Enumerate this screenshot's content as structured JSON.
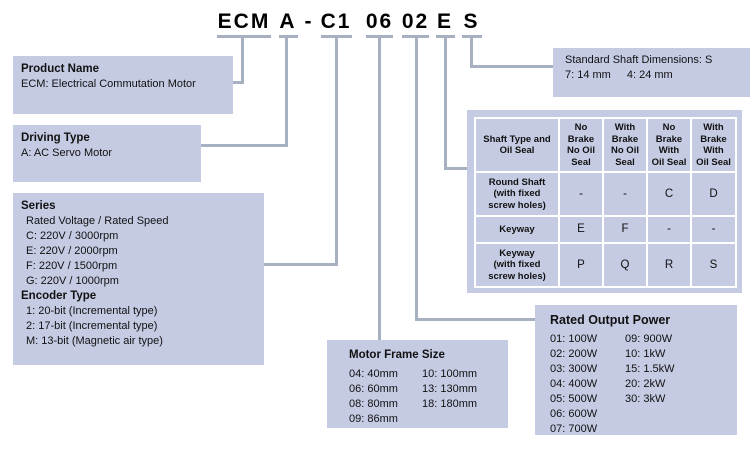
{
  "model_code": {
    "segments": [
      {
        "id": "ecm",
        "text": "ECM"
      },
      {
        "id": "a",
        "text": "A"
      },
      {
        "id": "dash",
        "text": "-"
      },
      {
        "id": "c1",
        "text": "C1"
      },
      {
        "id": "s06",
        "text": "06"
      },
      {
        "id": "s02",
        "text": "02"
      },
      {
        "id": "e",
        "text": "E"
      },
      {
        "id": "s",
        "text": "S"
      }
    ]
  },
  "product_name": {
    "title": "Product Name",
    "desc": "ECM: Electrical Commutation Motor"
  },
  "driving_type": {
    "title": "Driving Type",
    "desc": "A: AC Servo Motor"
  },
  "series": {
    "title": "Series",
    "subtitle": "Rated Voltage / Rated Speed",
    "items": [
      "C: 220V / 3000rpm",
      "E: 220V / 2000rpm",
      "F: 220V / 1500rpm",
      "G: 220V / 1000rpm"
    ],
    "encoder_title": "Encoder Type",
    "encoder_items": [
      "1: 20-bit (Incremental type)",
      "2: 17-bit (Incremental type)",
      "M: 13-bit (Magnetic air type)"
    ]
  },
  "motor_frame_size": {
    "title": "Motor Frame Size",
    "col1": [
      "04: 40mm",
      "06: 60mm",
      "08: 80mm",
      "09: 86mm"
    ],
    "col2": [
      "10: 100mm",
      "13: 130mm",
      "18: 180mm"
    ]
  },
  "rated_output_power": {
    "title": "Rated Output Power",
    "col1": [
      "01: 100W",
      "02: 200W",
      "03: 300W",
      "04: 400W",
      "05: 500W",
      "06: 600W",
      "07: 700W"
    ],
    "col2": [
      "09: 900W",
      "10: 1kW",
      "15: 1.5kW",
      "20: 2kW",
      "30: 3kW"
    ]
  },
  "standard_shaft": {
    "line1": "Standard Shaft Dimensions: S",
    "dim1": "7: 14 mm",
    "dim2": "4: 24 mm"
  },
  "shaft_table": {
    "corner": "Shaft Type and\nOil Seal",
    "columns": [
      "No\nBrake\nNo Oil\nSeal",
      "With\nBrake\nNo Oil\nSeal",
      "No\nBrake\nWith\nOil Seal",
      "With\nBrake\nWith\nOil Seal"
    ],
    "rows": [
      {
        "label": "Round Shaft\n(with fixed\nscrew holes)",
        "values": [
          "-",
          "-",
          "C",
          "D"
        ]
      },
      {
        "label": "Keyway",
        "values": [
          "E",
          "F",
          "-",
          "-"
        ]
      },
      {
        "label": "Keyway\n(with fixed\nscrew holes)",
        "values": [
          "P",
          "Q",
          "R",
          "S"
        ]
      }
    ]
  },
  "colors": {
    "box_fill": "#c5cbe3",
    "connector_line": "#a6b0c0",
    "table_border": "#ffffff",
    "text": "#111111"
  }
}
